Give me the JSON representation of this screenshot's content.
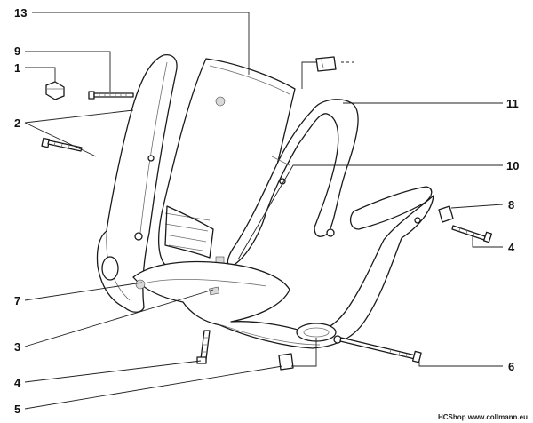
{
  "callouts": [
    {
      "id": "1",
      "label": "1"
    },
    {
      "id": "2",
      "label": "2"
    },
    {
      "id": "3",
      "label": "3"
    },
    {
      "id": "4a",
      "label": "4"
    },
    {
      "id": "4b",
      "label": "4"
    },
    {
      "id": "5",
      "label": "5"
    },
    {
      "id": "6",
      "label": "6"
    },
    {
      "id": "7",
      "label": "7"
    },
    {
      "id": "8",
      "label": "8"
    },
    {
      "id": "9",
      "label": "9"
    },
    {
      "id": "10",
      "label": "10"
    },
    {
      "id": "11",
      "label": "11"
    },
    {
      "id": "13",
      "label": "13"
    }
  ],
  "credit": "HCShop www.collmann.eu"
}
